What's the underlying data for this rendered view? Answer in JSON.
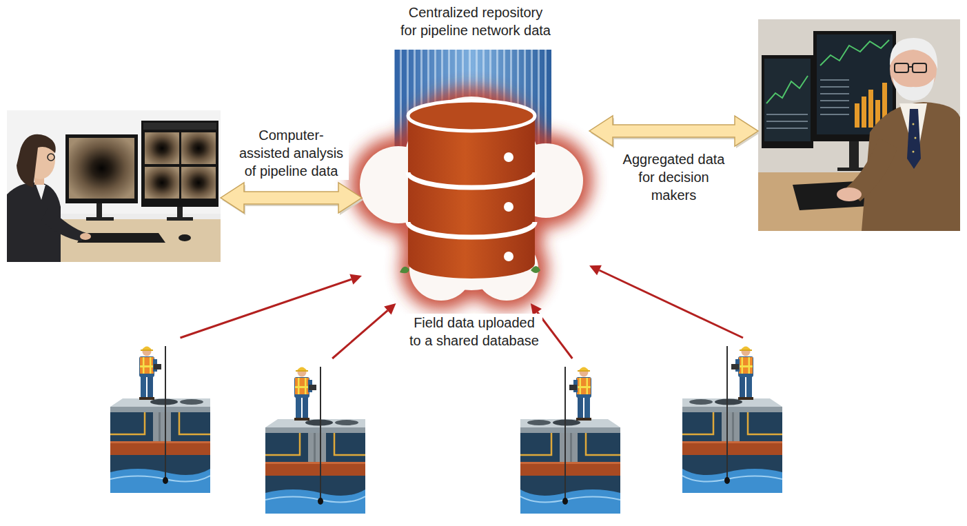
{
  "diagram": {
    "nodes": [
      {
        "text": [
          "Centralized repository for pipeline network data"
        ]
      },
      {
        "text": []
      },
      {
        "text": []
      },
      {
        "text": []
      },
      {
        "text": []
      },
      {
        "text": []
      },
      {
        "text": []
      }
    ],
    "edges": [
      {
        "from": 1,
        "to": 0,
        "arrow": "both",
        "label": "Computer-assisted analysis of pipeline data"
      },
      {
        "from": 0,
        "to": 2,
        "arrow": "both",
        "label": "Aggregated data for decision makers"
      },
      {
        "from": 3,
        "to": 0,
        "arrow": "to"
      },
      {
        "from": 4,
        "to": 0,
        "arrow": "to"
      },
      {
        "from": 5,
        "to": 0,
        "arrow": "to"
      },
      {
        "from": 6,
        "to": 0,
        "arrow": "to"
      }
    ],
    "labels": [
      "Field data uploaded to a shared database"
    ]
  }
}
